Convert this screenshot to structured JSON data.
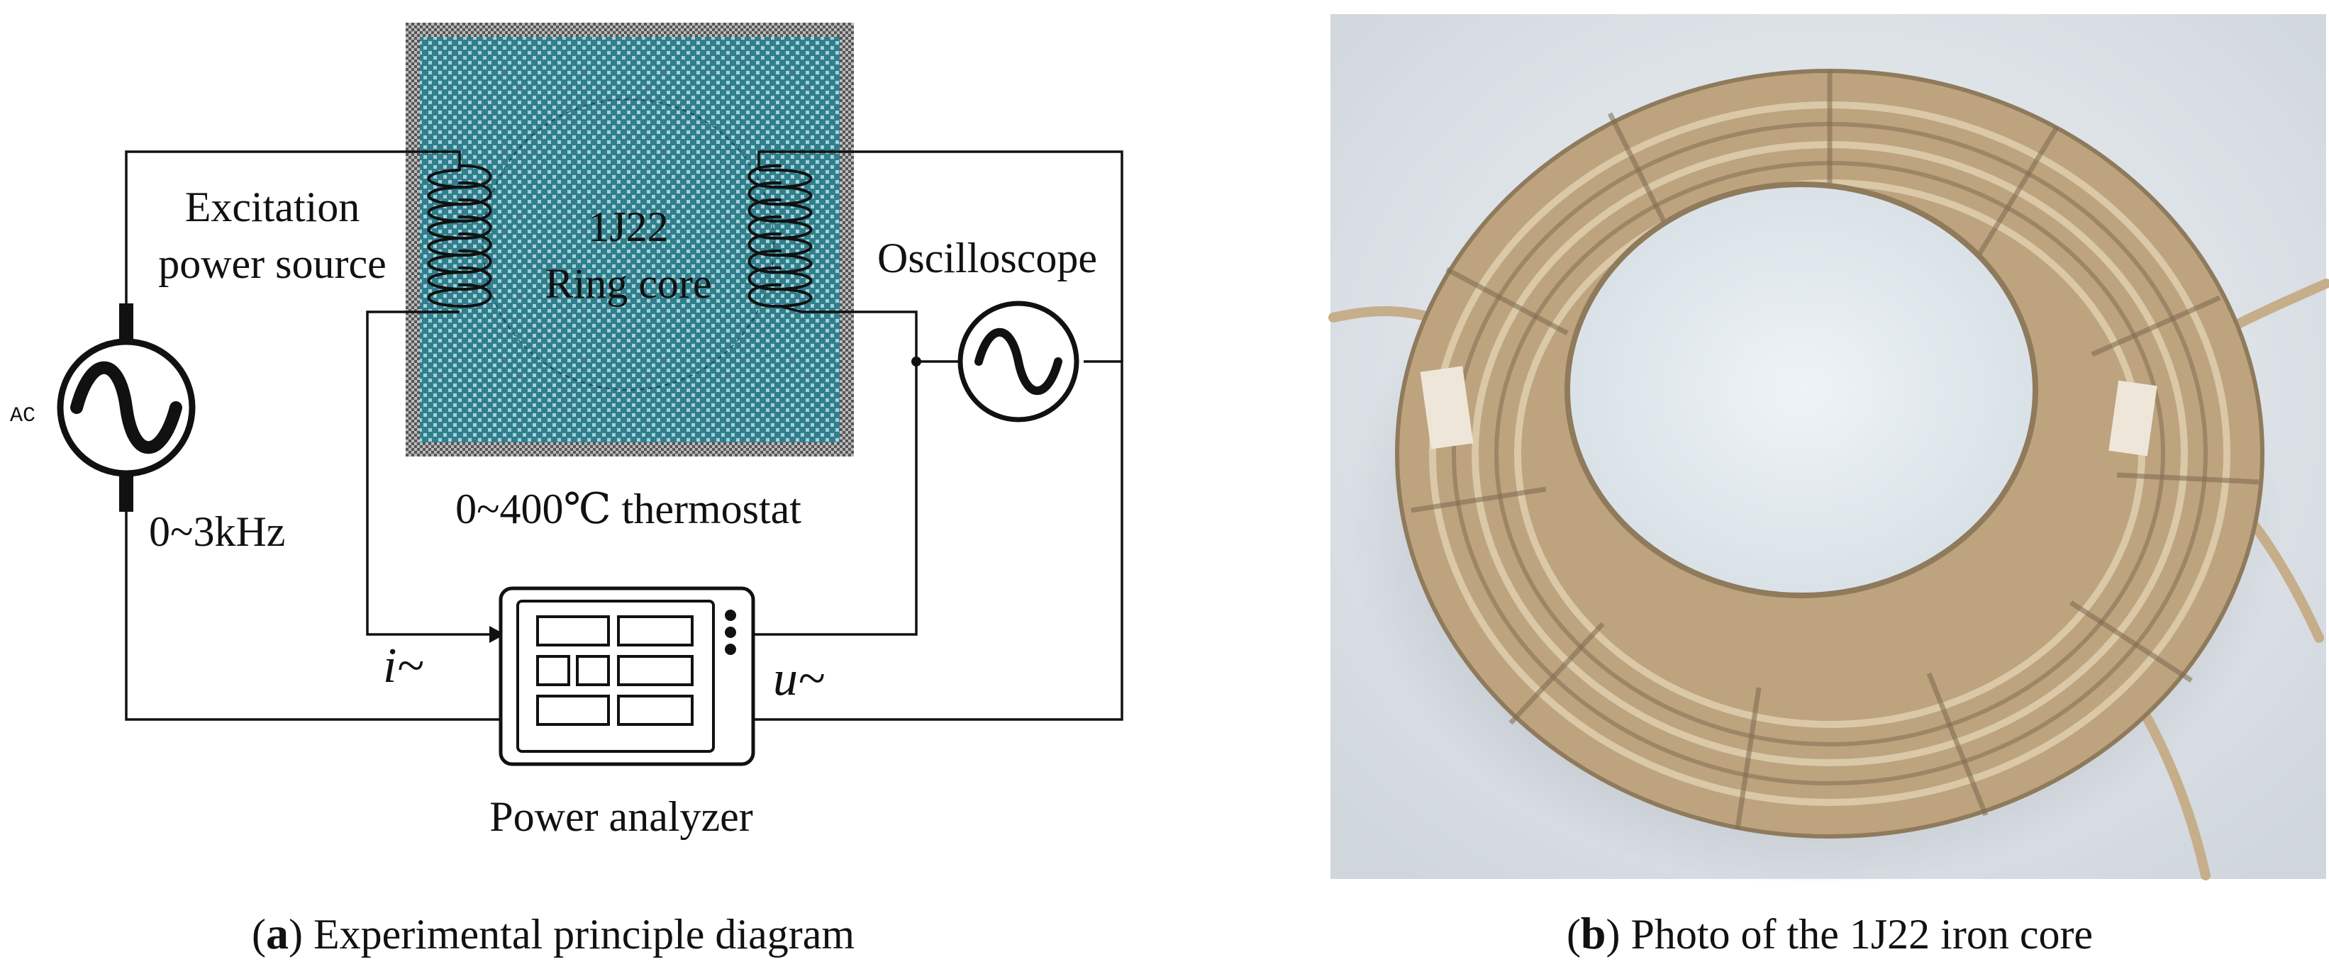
{
  "panel_a": {
    "excitation_label": [
      "Excitation",
      "power source"
    ],
    "ac_label": "AC",
    "freq_label": "0~3kHz",
    "core_label": [
      "1J22",
      "Ring core"
    ],
    "oscilloscope_label": "Oscilloscope",
    "thermostat_label": "0~400℃ thermostat",
    "current_label": "i~",
    "voltage_label": "u~",
    "analyzer_label": "Power analyzer",
    "caption_letter": "a",
    "caption_text": "Experimental principle diagram"
  },
  "panel_b": {
    "caption_letter": "b",
    "caption_text": "Photo of the 1J22 iron core"
  },
  "colors": {
    "thermostat_fill": "#2f7f8c",
    "thermostat_dots": "#a9cfd8",
    "wire": "#111111",
    "photo_background": "#e4e8ec",
    "coil_tan": "#c6ae8a"
  }
}
